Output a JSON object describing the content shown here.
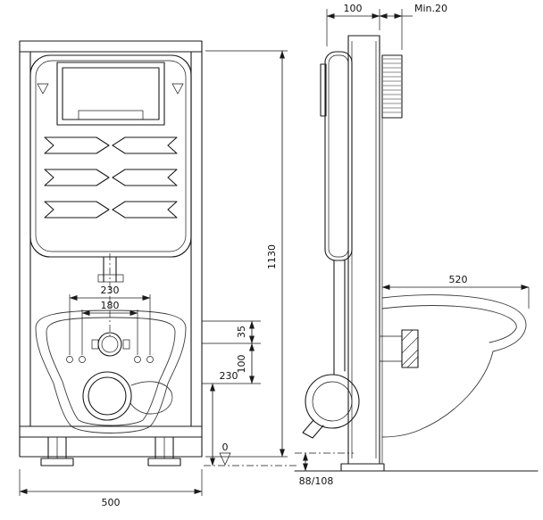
{
  "drawing": {
    "front": {
      "width": "500",
      "height": "1130",
      "fixing_outer": "230",
      "fixing_inner": "180",
      "supply_offset": "35",
      "hole_offset": "100",
      "outlet_height": "230",
      "zero": "0"
    },
    "side": {
      "depth": "100",
      "min_cover": "Min.20",
      "bowl_depth": "520",
      "outlet_options": "88/108"
    },
    "colors": {
      "line": "#1a1a1a",
      "background": "#ffffff"
    }
  }
}
